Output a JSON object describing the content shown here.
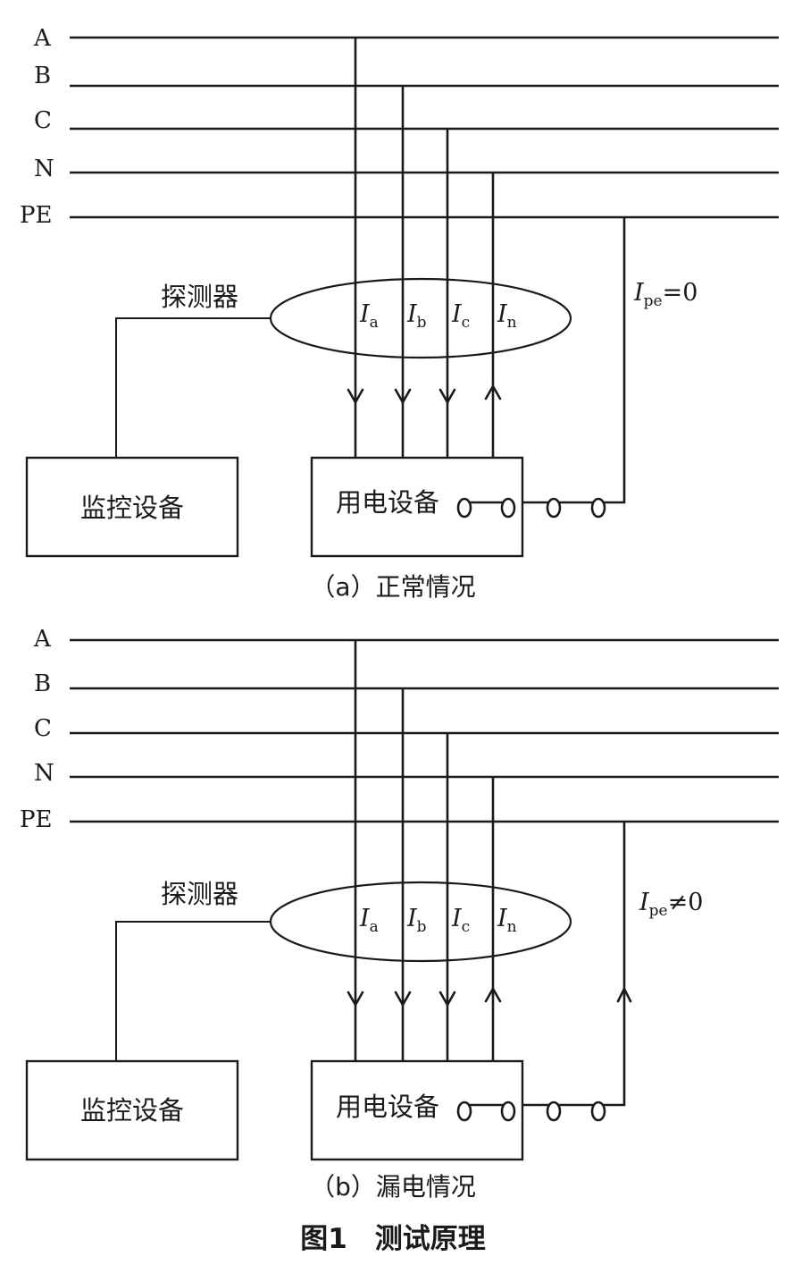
{
  "panels": [
    {
      "caption": "（a）正常情况",
      "lines": [
        "A",
        "B",
        "C",
        "N",
        "PE"
      ],
      "detector_label": "探测器",
      "monitor_label": "监控设备",
      "device_label": "用电设备",
      "currents": [
        {
          "symbol": "I",
          "sub": "a"
        },
        {
          "symbol": "I",
          "sub": "b"
        },
        {
          "symbol": "I",
          "sub": "c"
        },
        {
          "symbol": "I",
          "sub": "n"
        }
      ],
      "pe_current": {
        "symbol": "I",
        "sub": "pe",
        "relation": "=0"
      },
      "pe_arrow": false
    },
    {
      "caption": "（b）漏电情况",
      "lines": [
        "A",
        "B",
        "C",
        "N",
        "PE"
      ],
      "detector_label": "探测器",
      "monitor_label": "监控设备",
      "device_label": "用电设备",
      "currents": [
        {
          "symbol": "I",
          "sub": "a"
        },
        {
          "symbol": "I",
          "sub": "b"
        },
        {
          "symbol": "I",
          "sub": "c"
        },
        {
          "symbol": "I",
          "sub": "n"
        }
      ],
      "pe_current": {
        "symbol": "I",
        "sub": "pe",
        "relation": "≠0"
      },
      "pe_arrow": true
    }
  ],
  "figure_caption": "图1　测试原理"
}
